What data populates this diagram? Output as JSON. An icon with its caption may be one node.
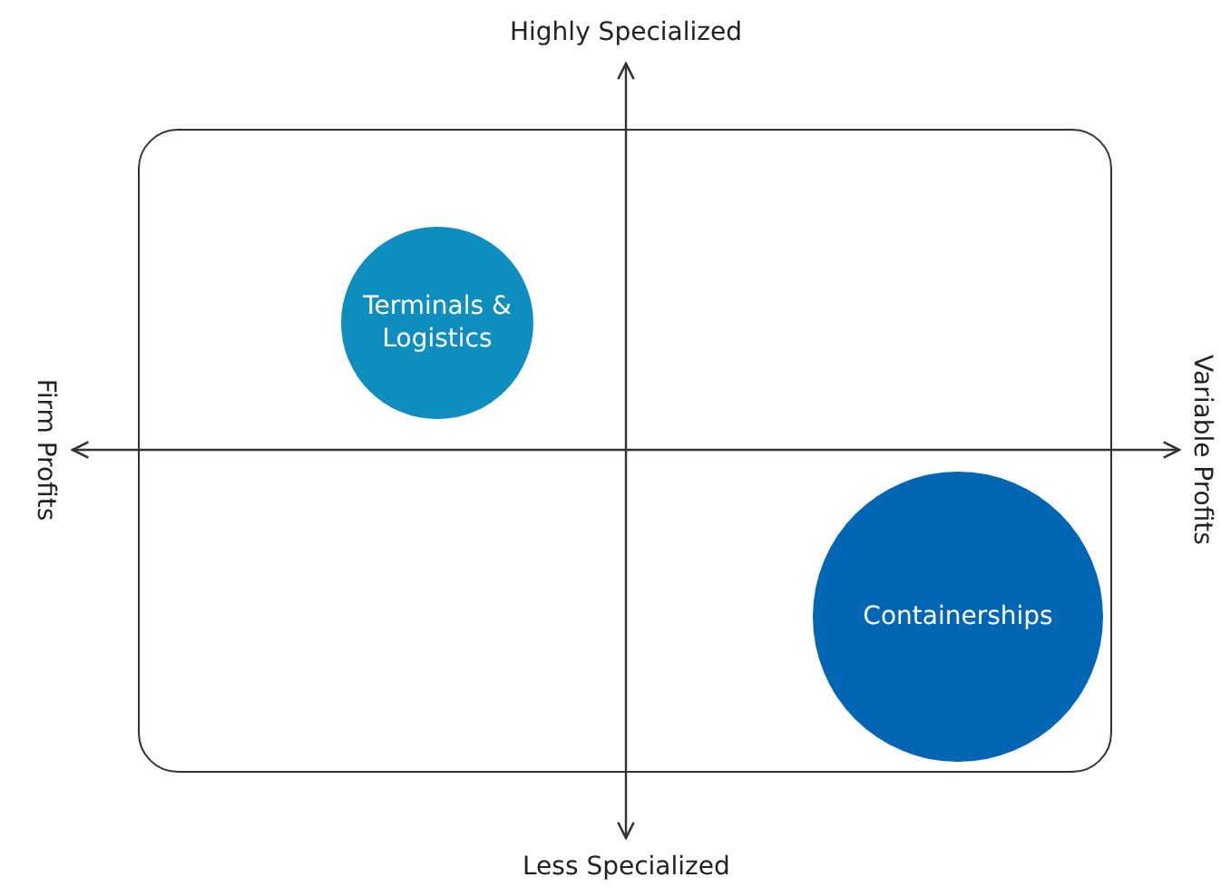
{
  "diagram": {
    "nodes": [
      {
        "text": [],
        "shape": "box"
      },
      {
        "text": [
          "Terminals & Logistics"
        ],
        "in": 0
      },
      {
        "text": [
          "Containerships"
        ],
        "in": 0
      }
    ],
    "labels": [
      "Highly Specialized",
      "Firm Profits",
      "Variable Profits",
      "Less Specialized"
    ]
  }
}
